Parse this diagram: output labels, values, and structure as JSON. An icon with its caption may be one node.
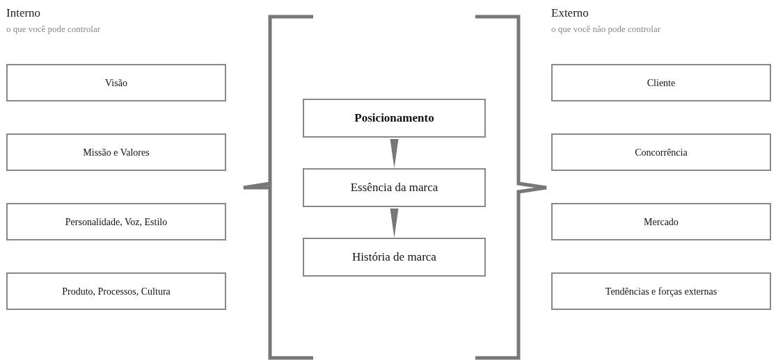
{
  "diagram": {
    "nodes": [
      {
        "text": [
          "Visão"
        ]
      },
      {
        "text": [
          "Missão e Valores"
        ]
      },
      {
        "text": [
          "Personalidade, Voz, Estilo"
        ]
      },
      {
        "text": [
          "Produto, Processos, Cultura"
        ]
      },
      {
        "text": [
          "Posicionamento"
        ]
      },
      {
        "text": [
          "Essência da marca"
        ]
      },
      {
        "text": [
          "História de marca"
        ]
      },
      {
        "text": [
          "Cliente"
        ]
      },
      {
        "text": [
          "Concorrência"
        ]
      },
      {
        "text": [
          "Mercado"
        ]
      },
      {
        "text": [
          "Tendências e forças externas"
        ]
      }
    ],
    "edges": [
      {
        "from": 4,
        "to": 5,
        "arrow": "to"
      },
      {
        "from": 5,
        "to": 6,
        "arrow": "to"
      }
    ],
    "labels": [
      "Interno",
      "o que você pode controlar",
      "Externo",
      "o que você não pode controlar"
    ]
  }
}
